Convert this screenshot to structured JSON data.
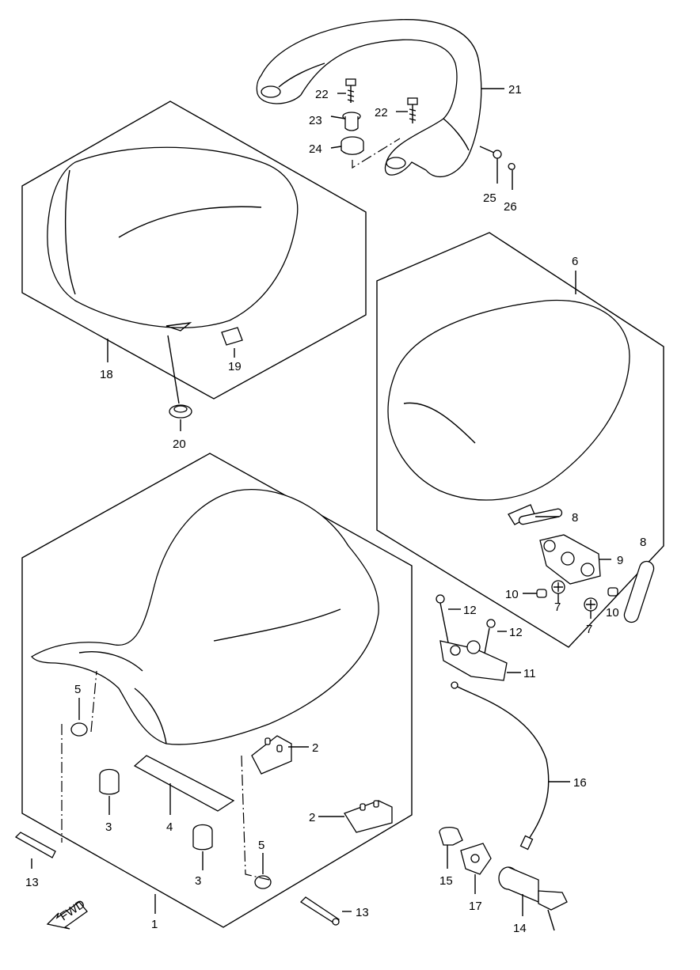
{
  "fwd_label": "FWD",
  "callouts": {
    "c1": "1",
    "c2a": "2",
    "c2b": "2",
    "c3a": "3",
    "c3b": "3",
    "c4": "4",
    "c5a": "5",
    "c5b": "5",
    "c6": "6",
    "c7a": "7",
    "c7b": "7",
    "c8a": "8",
    "c8b": "8",
    "c9": "9",
    "c10a": "10",
    "c10b": "10",
    "c11": "11",
    "c12a": "12",
    "c12b": "12",
    "c13a": "13",
    "c13b": "13",
    "c14": "14",
    "c15": "15",
    "c16": "16",
    "c17": "17",
    "c18": "18",
    "c19": "19",
    "c20": "20",
    "c21": "21",
    "c22a": "22",
    "c22b": "22",
    "c23": "23",
    "c24": "24",
    "c25": "25",
    "c26": "26"
  }
}
